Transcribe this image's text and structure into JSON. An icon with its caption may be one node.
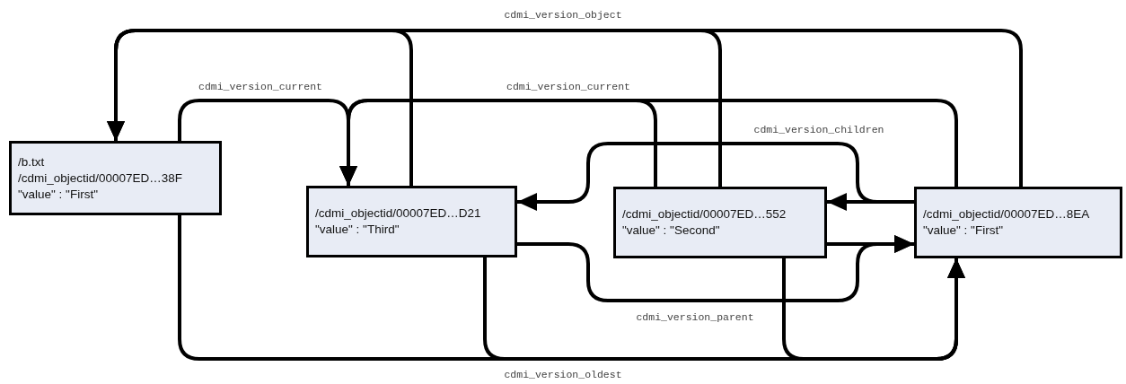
{
  "diagram": {
    "nodes": [
      {
        "text": [
          "/b.txt",
          "/cdmi_objectid/00007ED…38F",
          "\"value\" : \"First\""
        ]
      },
      {
        "text": [
          "/cdmi_objectid/00007ED…D21",
          "\"value\" : \"Third\""
        ]
      },
      {
        "text": [
          "/cdmi_objectid/00007ED…552",
          "\"value\" : \"Second\""
        ]
      },
      {
        "text": [
          "/cdmi_objectid/00007ED…8EA",
          "\"value\" : \"First\""
        ]
      }
    ],
    "edges": [
      {
        "from": 1,
        "to": 0,
        "arrow": "to"
      },
      {
        "from": 2,
        "to": 0,
        "arrow": "to",
        "label": "cdmi_version_object"
      },
      {
        "from": 3,
        "to": 0,
        "arrow": "to"
      },
      {
        "from": 0,
        "to": 1,
        "arrow": "to",
        "label": "cdmi_version_current"
      },
      {
        "from": 2,
        "to": 1,
        "arrow": "to",
        "label": "cdmi_version_current"
      },
      {
        "from": 3,
        "to": 1,
        "arrow": "to"
      },
      {
        "from": 3,
        "to": 1,
        "arrow": "to",
        "label": "cdmi_version_children"
      },
      {
        "from": 3,
        "to": 2,
        "arrow": "to"
      },
      {
        "from": 1,
        "to": 3,
        "arrow": "to",
        "label": "cdmi_version_parent"
      },
      {
        "from": 2,
        "to": 3,
        "arrow": "to"
      },
      {
        "from": 0,
        "to": 3,
        "arrow": "to",
        "label": "cdmi_version_oldest"
      },
      {
        "from": 1,
        "to": 3,
        "arrow": "to"
      },
      {
        "from": 2,
        "to": 3,
        "arrow": "to"
      }
    ]
  }
}
